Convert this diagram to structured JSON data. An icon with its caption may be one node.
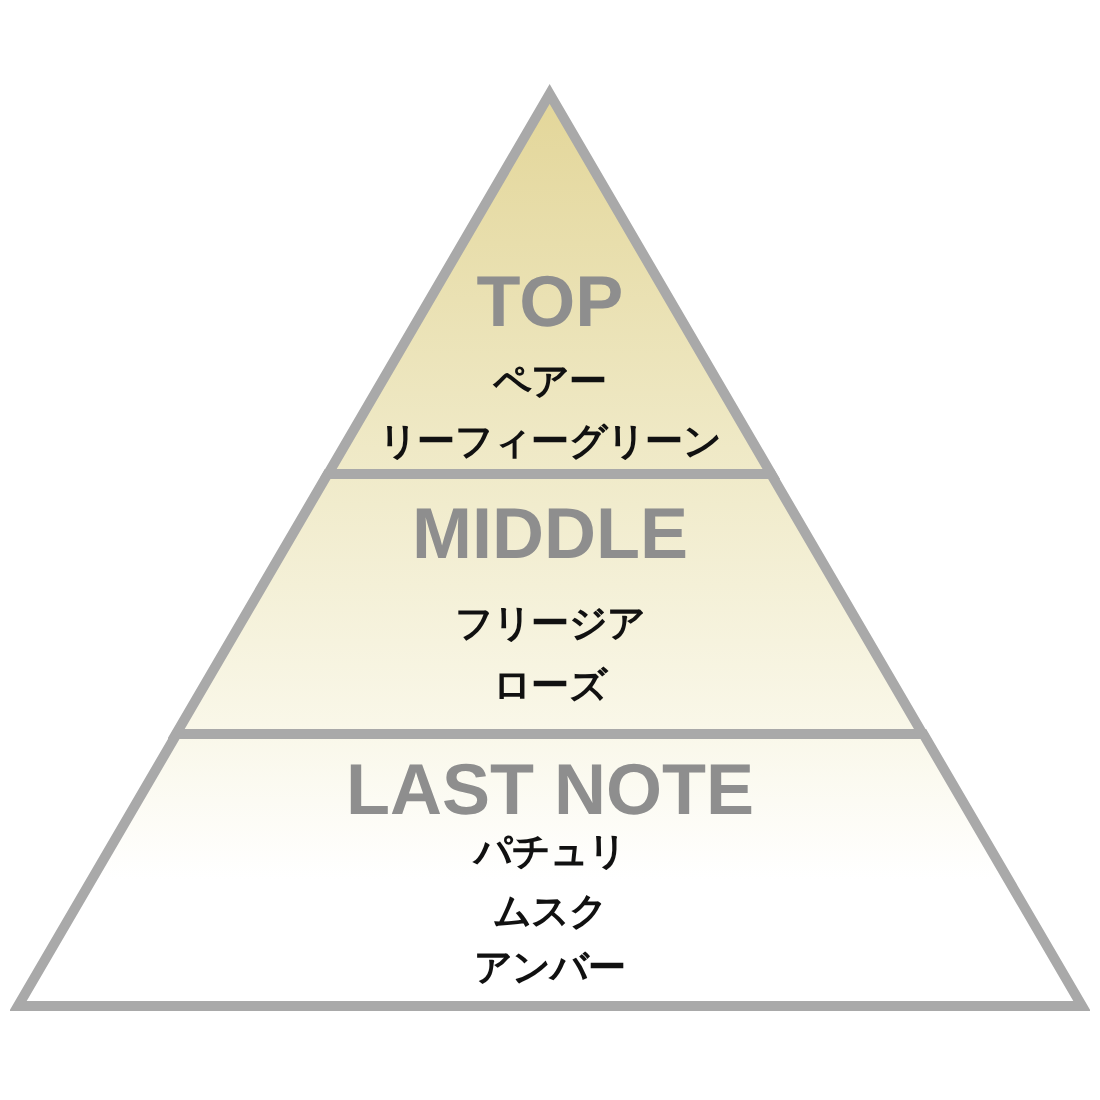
{
  "diagram": {
    "nodes": [
      {
        "text": [
          "TOP",
          "ペアー",
          "リーフィーグリーン"
        ]
      },
      {
        "text": [
          "MIDDLE",
          "フリージア",
          "ローズ"
        ]
      },
      {
        "text": [
          "LAST NOTE",
          "パチュリ",
          "ムスク",
          "アンバー"
        ]
      }
    ]
  }
}
